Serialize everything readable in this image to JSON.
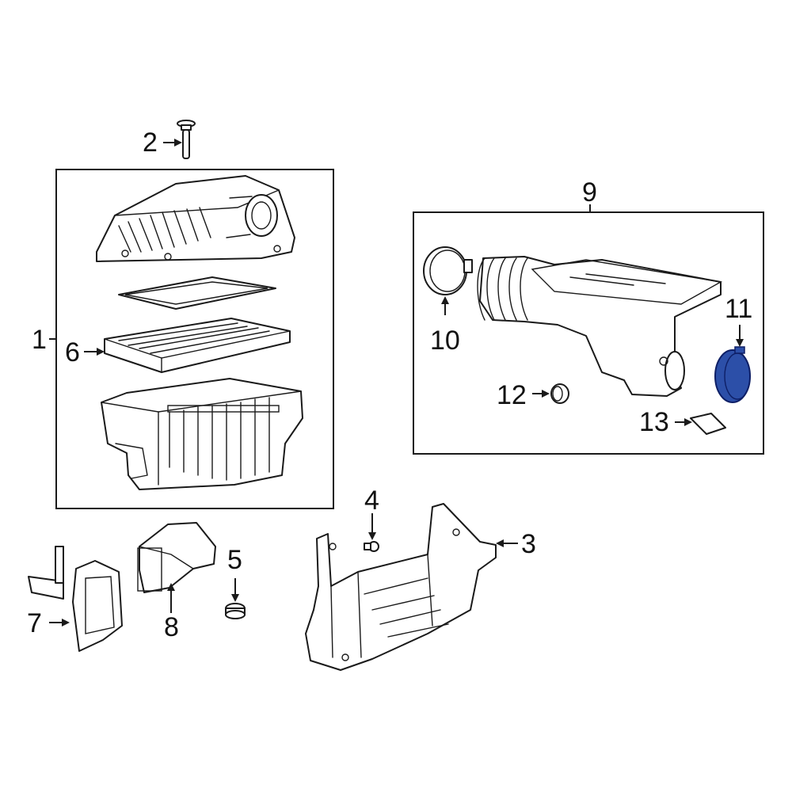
{
  "diagram": {
    "callouts": [
      "1",
      "2",
      "3",
      "4",
      "5",
      "6",
      "7",
      "8",
      "9",
      "10",
      "11",
      "12",
      "13"
    ],
    "highlighted_part": "11",
    "colors": {
      "line": "#1a1a1a",
      "highlight_fill": "#2c4fa8",
      "highlight_stroke": "#0e1f66",
      "background": "#ffffff"
    }
  }
}
